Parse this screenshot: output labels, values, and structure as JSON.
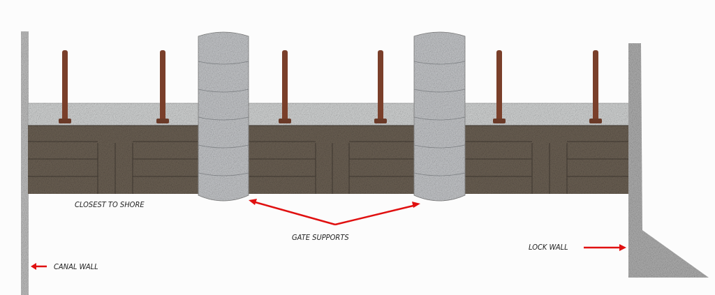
{
  "labels": {
    "closest_to_shore": "CLOSEST TO SHORE",
    "gate_supports": "GATE SUPPORTS",
    "canal_wall": "CANAL WALL",
    "lock_wall": "LOCK WALL"
  },
  "colors": {
    "arrow": "#e01010",
    "wood": "#6e6356",
    "post": "#7a3f2a",
    "column": "#c9cbce",
    "wall": "#b8b8b8"
  }
}
